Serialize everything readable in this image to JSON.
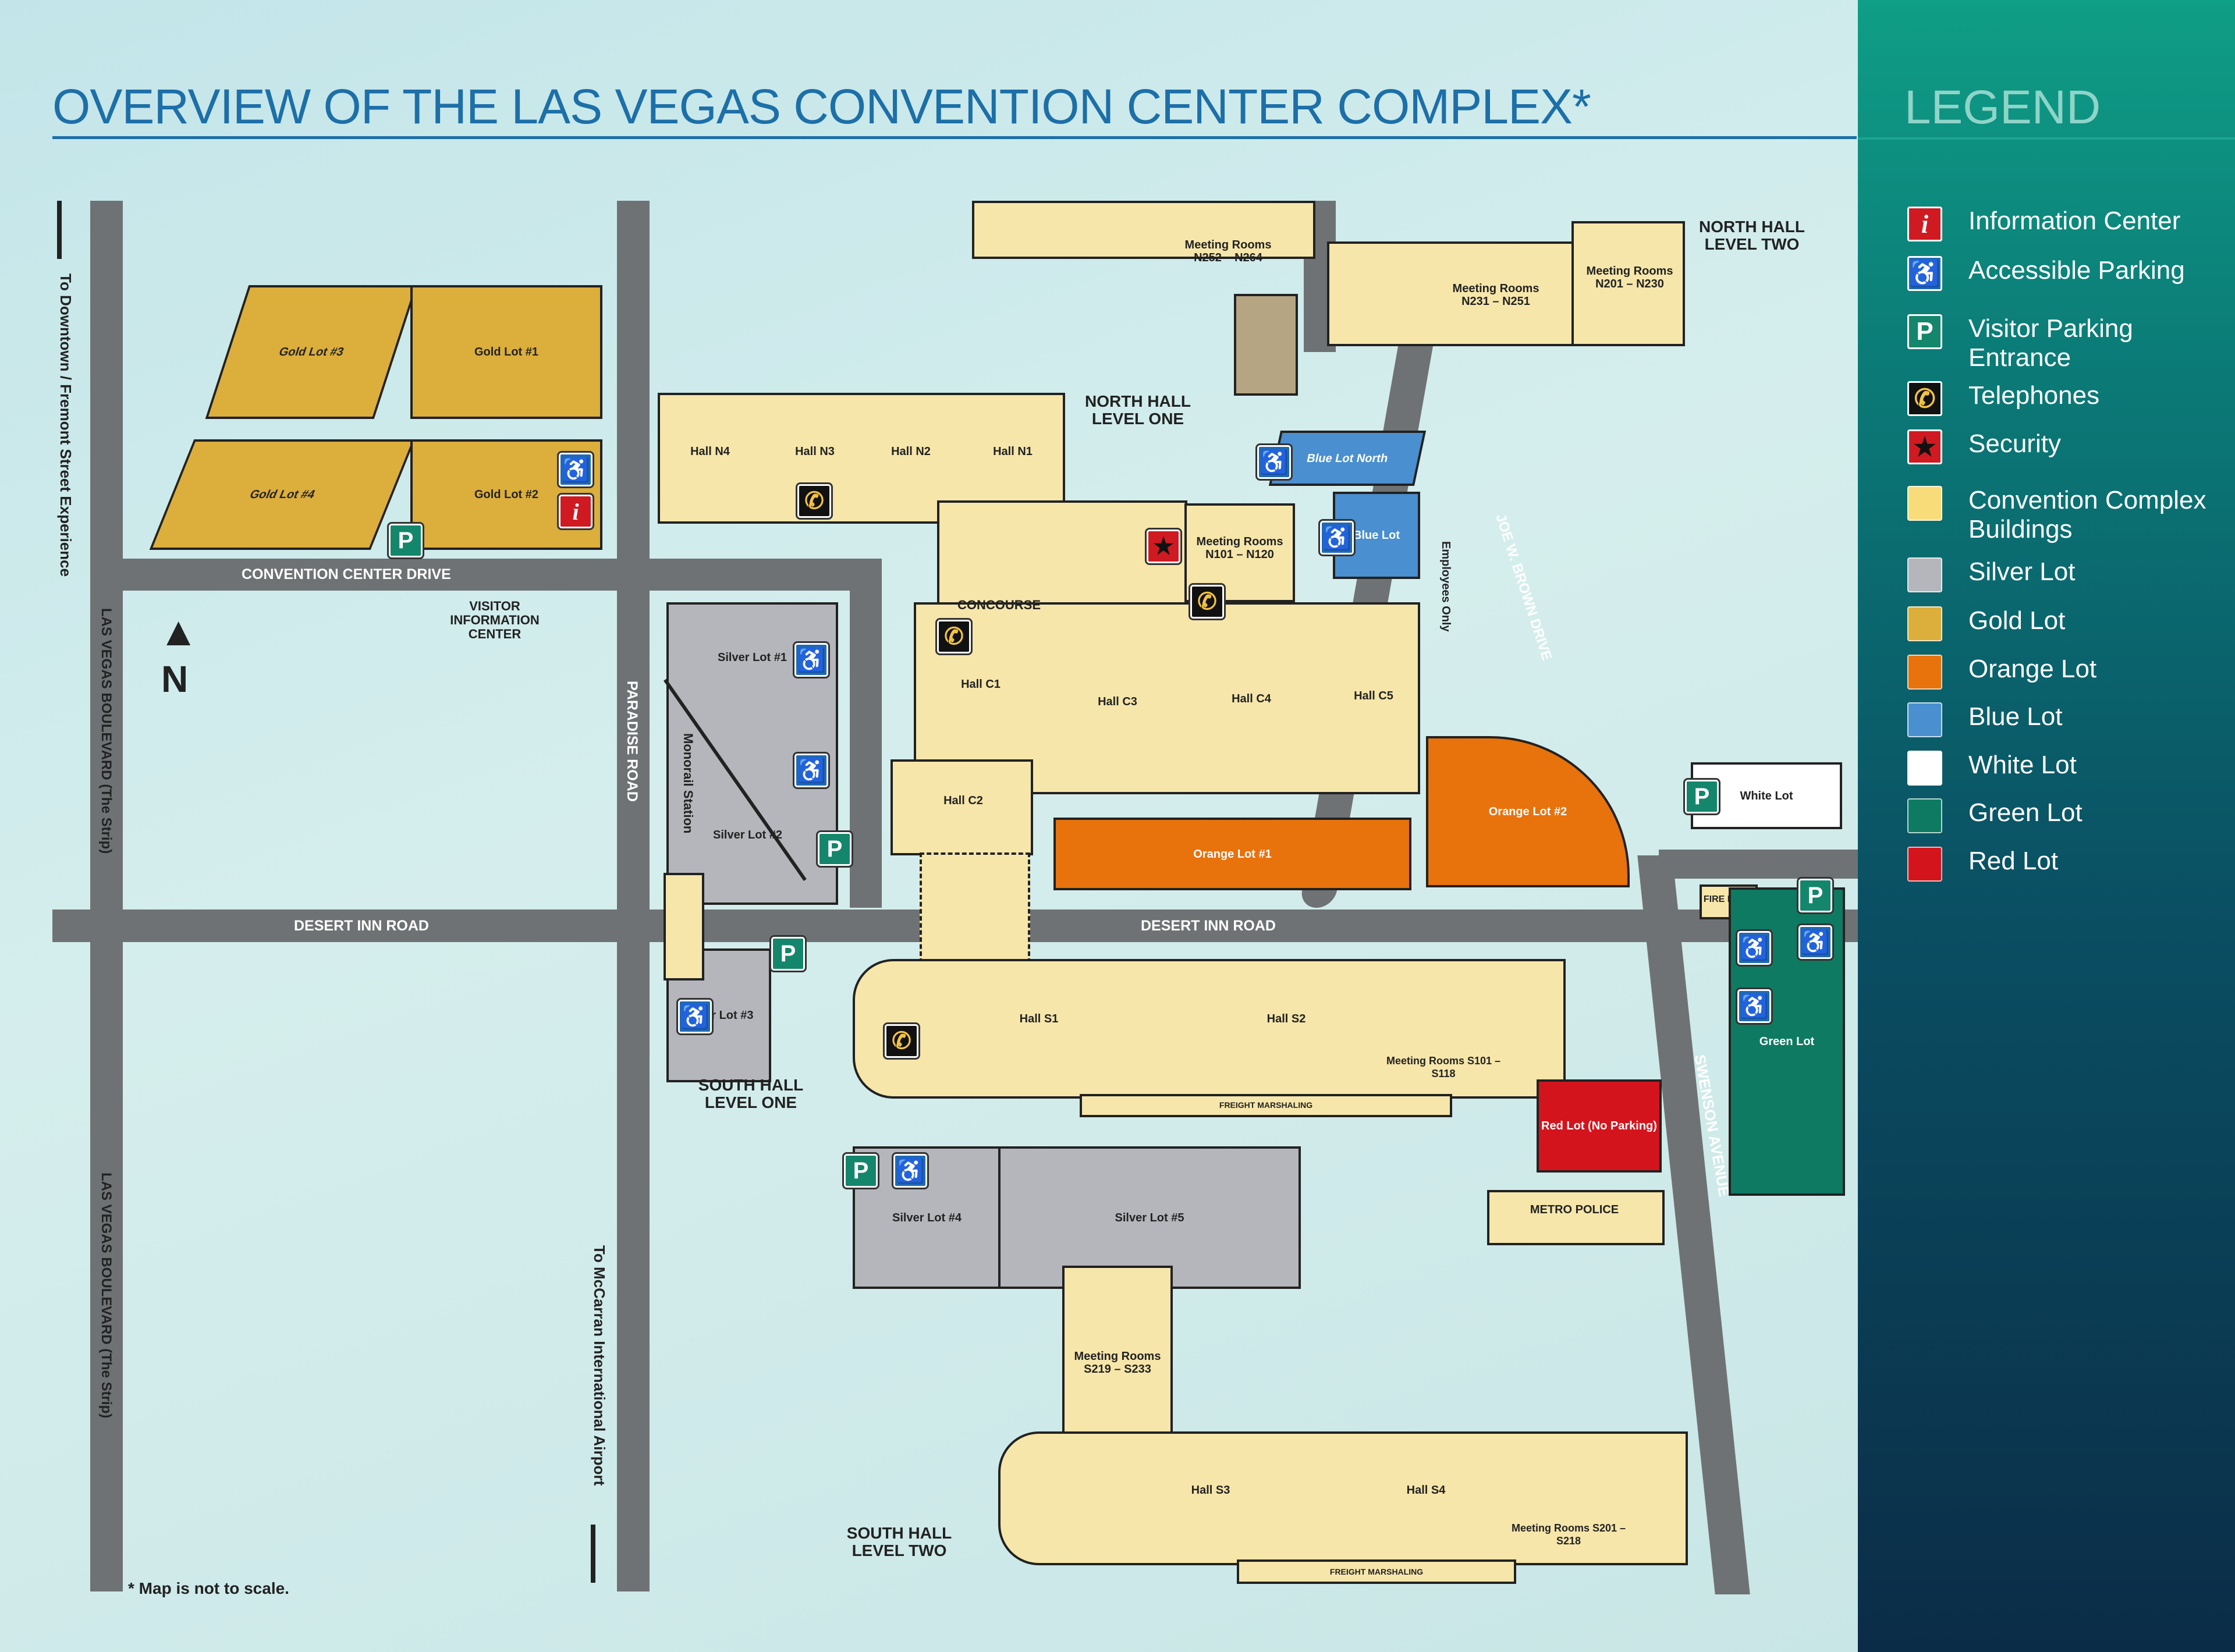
{
  "title": "OVERVIEW OF THE LAS VEGAS CONVENTION CENTER COMPLEX*",
  "legend": {
    "title": "LEGEND",
    "items": [
      {
        "label": "Information Center",
        "glyph": "i",
        "color": "#d01a22",
        "icon": "info-icon"
      },
      {
        "label": "Accessible Parking",
        "glyph": "♿",
        "color": "#1f6ab5",
        "icon": "accessible-icon"
      },
      {
        "label": "Visitor Parking Entrance",
        "glyph": "P",
        "color": "#14866b",
        "icon": "parking-icon"
      },
      {
        "label": "Telephones",
        "glyph": "✆",
        "color": "#111111",
        "icon": "telephone-icon"
      },
      {
        "label": "Security",
        "glyph": "★",
        "color": "#d01a22",
        "icon": "security-star-icon"
      },
      {
        "label": "Convention Complex Buildings",
        "glyph": "",
        "color": "#f8dc7a",
        "icon": "swatch"
      },
      {
        "label": "Silver Lot",
        "glyph": "",
        "color": "#b5b6bb",
        "icon": "swatch"
      },
      {
        "label": "Gold Lot",
        "glyph": "",
        "color": "#dcae3b",
        "icon": "swatch"
      },
      {
        "label": "Orange Lot",
        "glyph": "",
        "color": "#e8720c",
        "icon": "swatch"
      },
      {
        "label": "Blue Lot",
        "glyph": "",
        "color": "#4a8fcf",
        "icon": "swatch"
      },
      {
        "label": "White Lot",
        "glyph": "",
        "color": "#ffffff",
        "icon": "swatch"
      },
      {
        "label": "Green Lot",
        "glyph": "",
        "color": "#0e7a62",
        "icon": "swatch"
      },
      {
        "label": "Red Lot",
        "glyph": "",
        "color": "#d4141c",
        "icon": "swatch"
      }
    ]
  },
  "roads": {
    "convention_center_drive": "CONVENTION CENTER DRIVE",
    "desert_inn_west": "DESERT INN ROAD",
    "desert_inn_east": "DESERT INN ROAD",
    "paradise_road": "PARADISE ROAD",
    "las_vegas_blvd_upper": "LAS VEGAS BOULEVARD (The Strip)",
    "las_vegas_blvd_lower": "LAS VEGAS BOULEVARD (The Strip)",
    "joe_brown": "JOE W. BROWN DRIVE",
    "swenson": "SWENSON AVENUE",
    "to_downtown": "To Downtown / Fremont Street Experience",
    "to_airport": "To McCarran International Airport",
    "monorail": "Monorail Station",
    "employees": "Employees Only"
  },
  "north_arrow": "N",
  "gold_lots": [
    "Gold Lot #3",
    "Gold Lot #1",
    "Gold Lot #4",
    "Gold Lot #2"
  ],
  "silver_lots": [
    "Silver Lot #1",
    "Silver Lot #2",
    "Silver Lot #3",
    "Silver Lot #4",
    "Silver Lot #5"
  ],
  "other_lots": {
    "blue_north": "Blue Lot North",
    "blue": "Blue Lot",
    "orange1": "Orange Lot #1",
    "orange2": "Orange Lot #2",
    "white": "White Lot",
    "green": "Green Lot",
    "red": "Red Lot (No Parking)"
  },
  "buildings": {
    "north_hall_two": "NORTH HALL LEVEL TWO",
    "north_hall_one": "NORTH HALL LEVEL ONE",
    "south_hall_one": "SOUTH HALL LEVEL ONE",
    "south_hall_two": "SOUTH HALL LEVEL TWO",
    "concourse": "CONCOURSE",
    "visitor_info": "VISITOR INFORMATION CENTER",
    "metro_police": "METRO POLICE",
    "fire_dept": "FIRE DEPT.",
    "n_meeting_1": "Meeting Rooms N252 – N264",
    "n_meeting_2": "Meeting Rooms N231 – N251",
    "n_meeting_3": "Meeting Rooms N201 – N230",
    "n_meeting_4": "Meeting Rooms N101 – N120",
    "s_meeting_1": "Meeting Rooms S101 – S118",
    "s_meeting_2": "Meeting Rooms S219 – S233",
    "s_meeting_3": "Meeting Rooms S201 – S218",
    "halls": [
      "Hall N4",
      "Hall N3",
      "Hall N2",
      "Hall N1",
      "Hall C1",
      "Hall C2",
      "Hall C3",
      "Hall C4",
      "Hall C5",
      "Hall S1",
      "Hall S2",
      "Hall S3",
      "Hall S4"
    ],
    "freight1": "FREIGHT MARSHALING",
    "freight2": "FREIGHT MARSHALING"
  },
  "footnote": "* Map is not to scale."
}
